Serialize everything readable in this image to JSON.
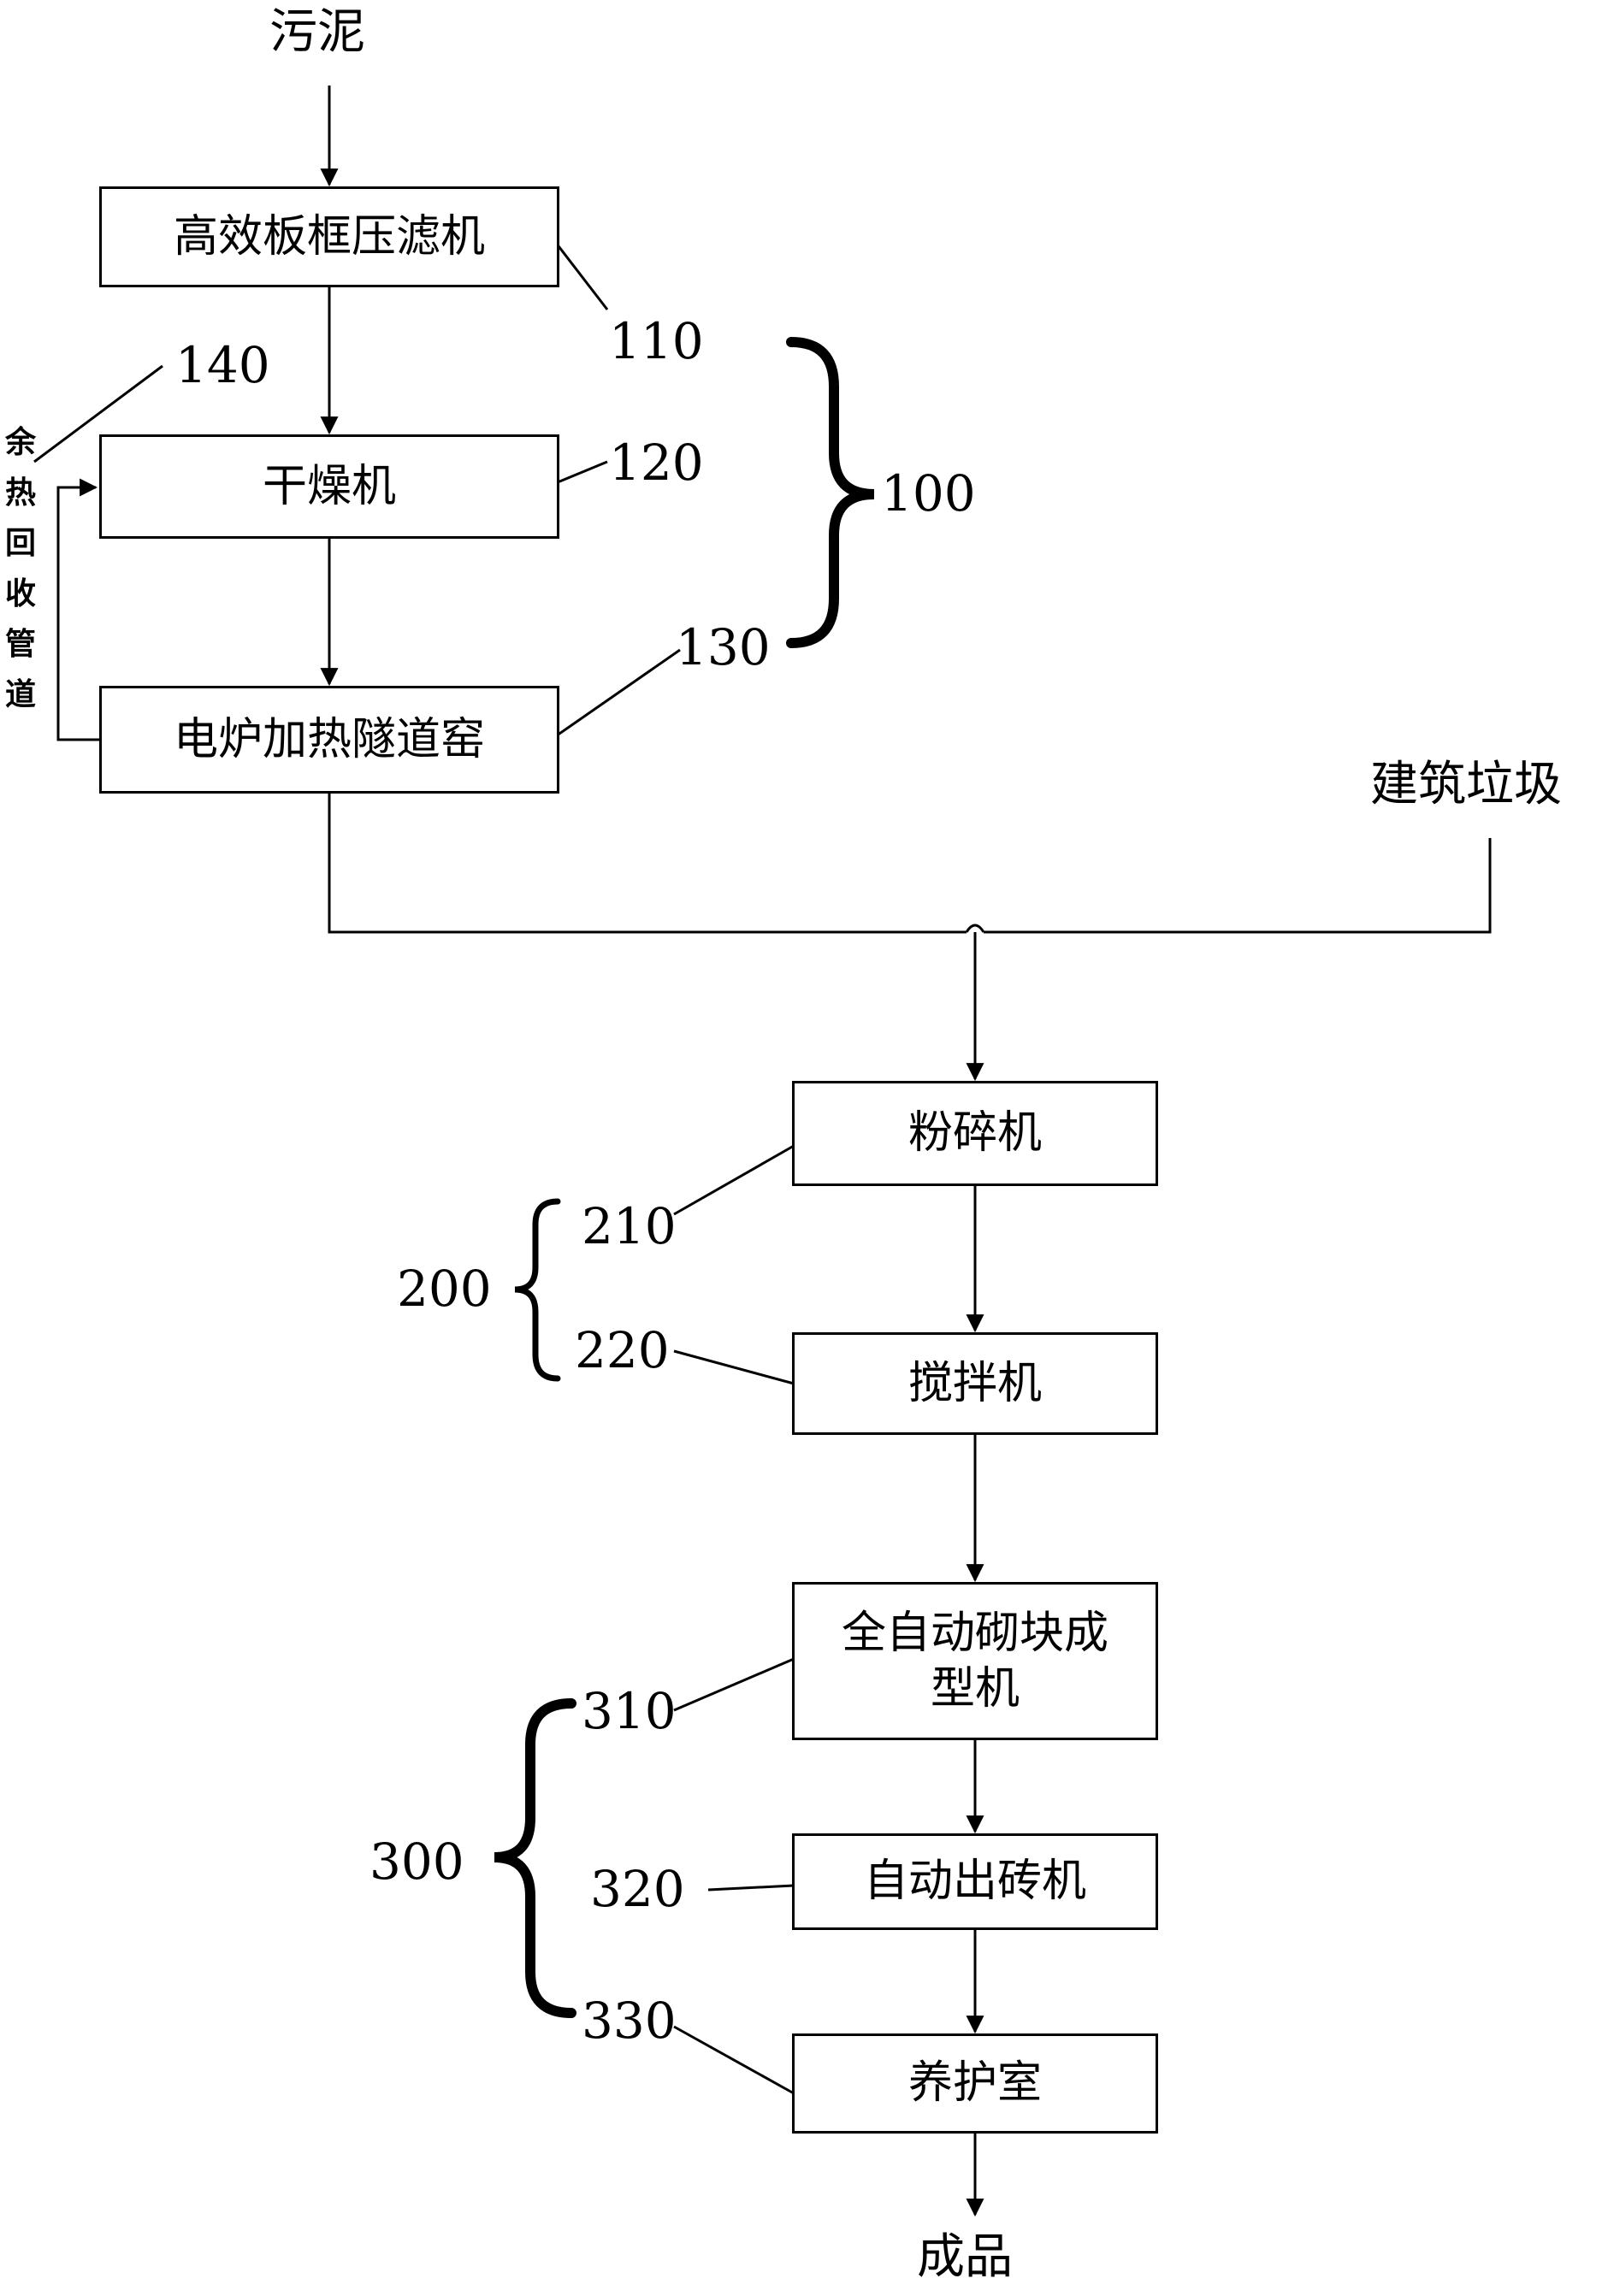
{
  "inputs": {
    "sludge": "污泥",
    "construction_waste": "建筑垃圾",
    "product": "成品"
  },
  "boxes": {
    "filter_press": "高效板框压滤机",
    "dryer": "干燥机",
    "tunnel_kiln": "电炉加热隧道窑",
    "crusher": "粉碎机",
    "mixer": "搅拌机",
    "block_machine": "全自动砌块成型机",
    "brick_unloader": "自动出砖机",
    "curing_room": "养护室"
  },
  "heat_pipe": [
    "余",
    "热",
    "回",
    "收",
    "管",
    "道"
  ],
  "labels": {
    "l110": "110",
    "l120": "120",
    "l130": "130",
    "l140": "140",
    "l100": "100",
    "l200": "200",
    "l210": "210",
    "l220": "220",
    "l300": "300",
    "l310": "310",
    "l320": "320",
    "l330": "330"
  }
}
